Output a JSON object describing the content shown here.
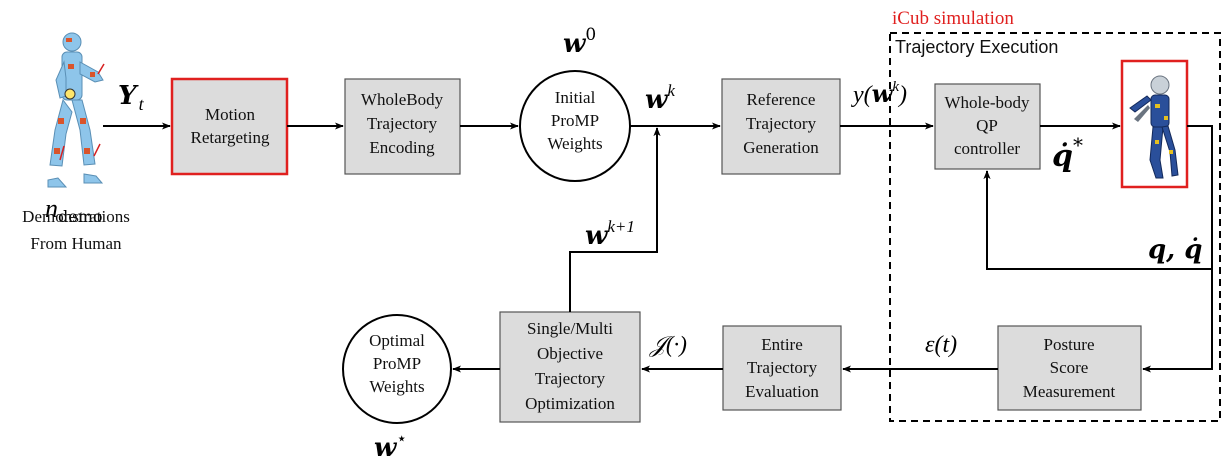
{
  "labels": {
    "icub_simulation": "iCub simulation",
    "trajectory_execution": "Trajectory Execution",
    "demos_sym": "n",
    "demos_sub": "demo",
    "demos_line1": "Demonstrations",
    "demos_line2": "From Human",
    "Y_sym": "Y",
    "Y_sub": "t",
    "w0_sym": "w",
    "w0_sup": "0",
    "wk_sym": "w",
    "wk_sup": "k",
    "wk1_sym": "w",
    "wk1_sup": "k+1",
    "wstar_sym": "w",
    "wstar_sup": "⋆",
    "y_wk_pre": "y(",
    "y_wk_w": "w",
    "y_wk_sup": "k",
    "y_wk_post": ")",
    "qdotstar_sym": "q̇",
    "qdotstar_sup": "*",
    "q_qdot": "q, q̇",
    "epsilon": "ε(t)",
    "J": "𝒥(·)"
  },
  "boxes": {
    "motion_retargeting": [
      "Motion",
      "Retargeting"
    ],
    "wholebody_encoding": [
      "WholeBody",
      "Trajectory",
      "Encoding"
    ],
    "initial_promp": [
      "Initial",
      "ProMP",
      "Weights"
    ],
    "reference_generation": [
      "Reference",
      "Trajectory",
      "Generation"
    ],
    "qp_controller": [
      "Whole-body",
      "QP",
      "controller"
    ],
    "posture_score": [
      "Posture",
      "Score",
      "Measurement"
    ],
    "trajectory_evaluation": [
      "Entire",
      "Trajectory",
      "Evaluation"
    ],
    "optimization": [
      "Single/Multi",
      "Objective",
      "Trajectory",
      "Optimization"
    ],
    "optimal_promp": [
      "Optimal",
      "ProMP",
      "Weights"
    ]
  },
  "colors": {
    "box_fill": "#dcdcdc",
    "highlight_border": "#e0201f",
    "icub_label": "#e0201f",
    "human_figure": "#8ec5ea",
    "robot_body": "#2a4f9a"
  }
}
